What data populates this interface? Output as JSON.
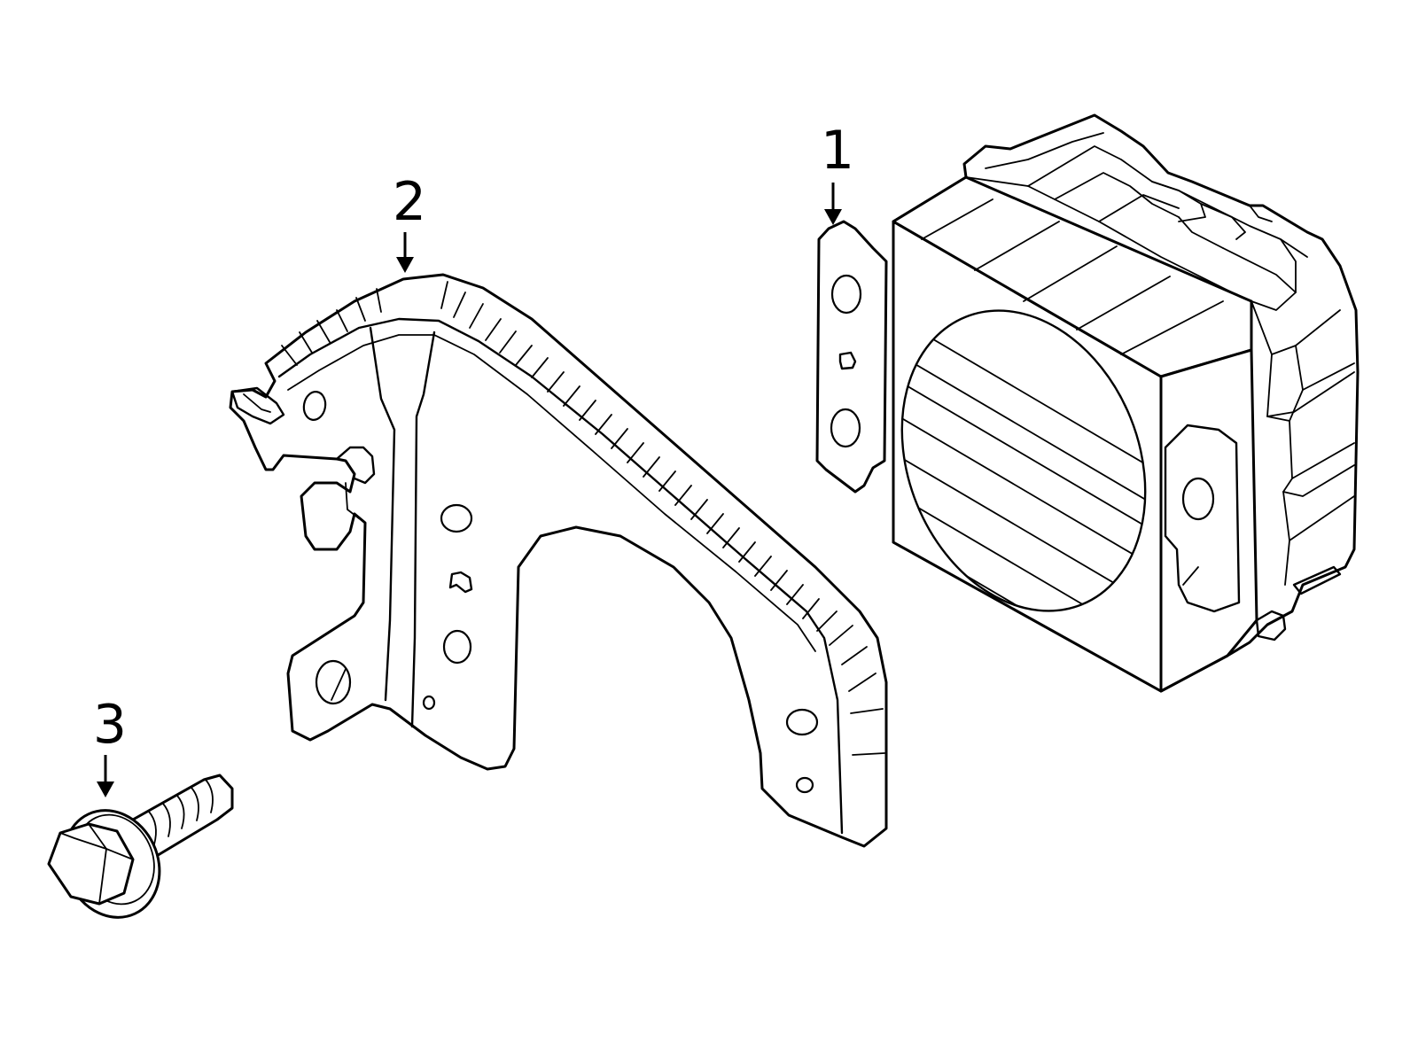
{
  "callouts": [
    {
      "id": "1",
      "label": "1",
      "part": "radar-sensor-module"
    },
    {
      "id": "2",
      "label": "2",
      "part": "mounting-bracket"
    },
    {
      "id": "3",
      "label": "3",
      "part": "flange-bolt"
    }
  ],
  "colors": {
    "line": "#000000",
    "background": "#ffffff"
  }
}
